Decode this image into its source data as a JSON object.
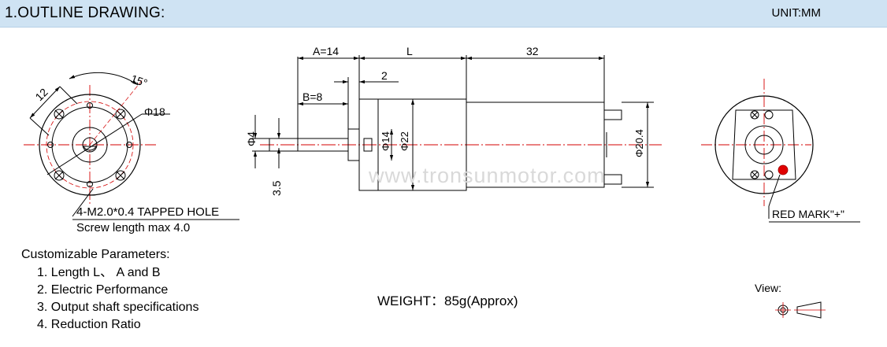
{
  "header": {
    "title": "1.OUTLINE DRAWING:",
    "unit": "UNIT:MM"
  },
  "front_view": {
    "dims": {
      "pcd": "12",
      "angle": "15°",
      "diameter": "Φ18"
    },
    "hole_note": "4-M2.0*0.4 TAPPED HOLE",
    "screw_note": "Screw length max 4.0"
  },
  "side_view": {
    "dims": {
      "a": "A=14",
      "l": "L",
      "motor_len": "32",
      "b": "B=8",
      "step": "2",
      "shaft_dia": "Φ4",
      "flat": "3.5",
      "boss_dia": "Φ14",
      "gearbox_dia": "Φ22",
      "motor_dia": "Φ20.4"
    },
    "watermark": "www.tronsunmotor.com"
  },
  "rear_view": {
    "red_mark": "RED MARK\"+\"",
    "red_mark_color": "#e00000"
  },
  "params": {
    "heading": "Customizable Parameters:",
    "items": [
      "1. Length  L、 A and B",
      "2. Electric Performance",
      "3. Output shaft specifications",
      "4. Reduction Ratio"
    ]
  },
  "weight": "WEIGHT：85g(Approx)",
  "view_label": "View:",
  "colors": {
    "header_bg": "#cfe3f3",
    "centerline": "#d40000",
    "line": "#000000",
    "mark": "#e00000"
  }
}
